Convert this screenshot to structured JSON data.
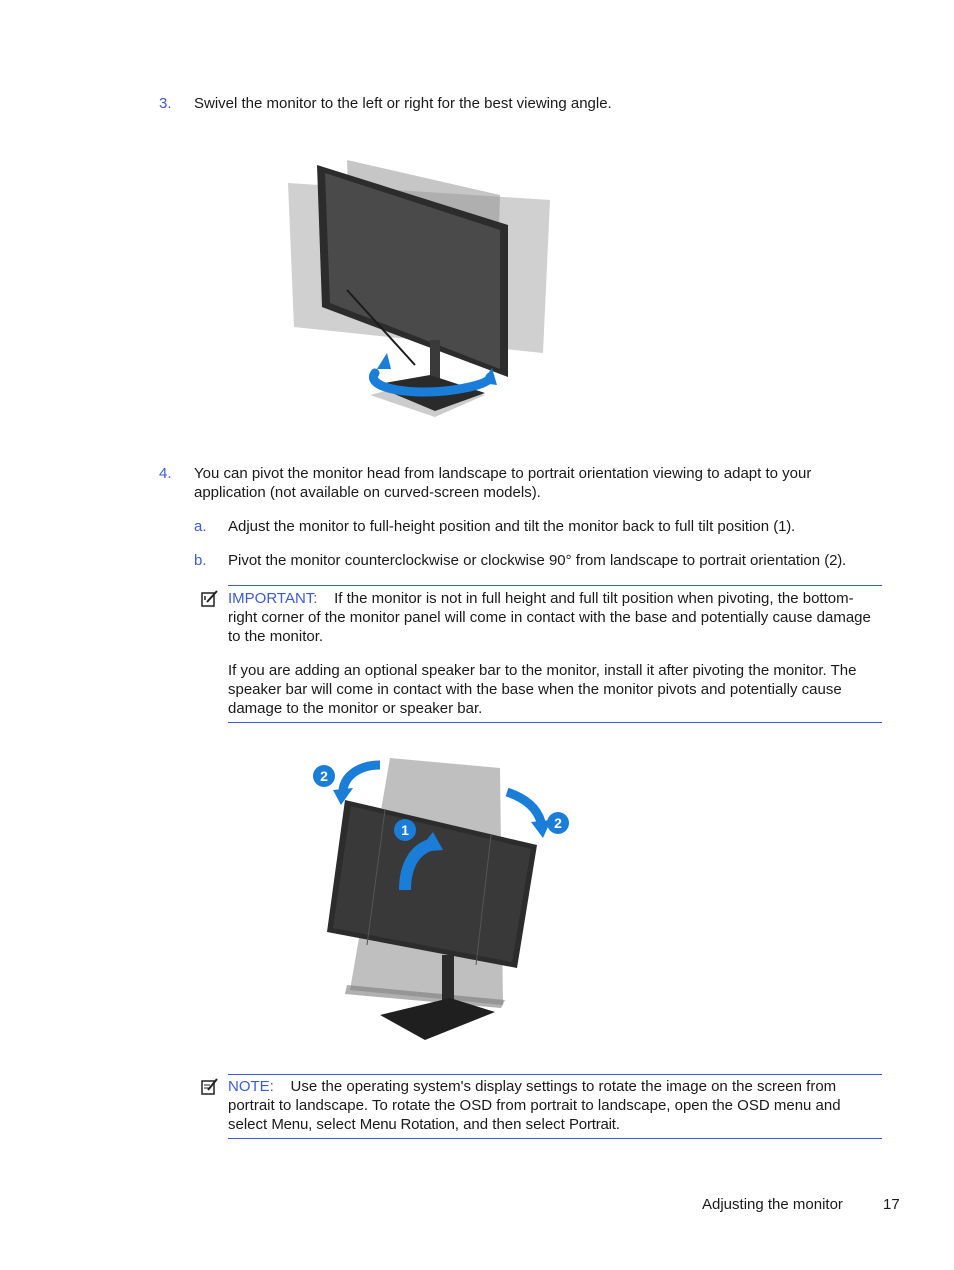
{
  "step3": {
    "num": "3.",
    "text": "Swivel the monitor to the left or right for the best viewing angle."
  },
  "step4": {
    "num": "4.",
    "text": "You can pivot the monitor head from landscape to portrait orientation viewing to adapt to your application (not available on curved-screen models)."
  },
  "substeps": [
    {
      "letter": "a.",
      "text": "Adjust the monitor to full-height position and tilt the monitor back to full tilt position ",
      "ref": "(1)",
      "end": "."
    },
    {
      "letter": "b.",
      "text": "Pivot the monitor counterclockwise or clockwise 90° from landscape to portrait orientation ",
      "ref": "(2)",
      "end": "."
    }
  ],
  "important": {
    "label": "IMPORTANT:",
    "text": "If the monitor is not in full height and full tilt position when pivoting, the bottom-right corner of the monitor panel will come in contact with the base and potentially cause damage to the monitor.",
    "text2": "If you are adding an optional speaker bar to the monitor, install it after pivoting the monitor. The speaker bar will come in contact with the base when the monitor pivots and potentially cause damage to the monitor or speaker bar."
  },
  "note": {
    "label": "NOTE:",
    "text_before": "Use the operating system's display settings to rotate the image on the screen from portrait to landscape. To rotate the OSD from portrait to landscape, open the OSD menu and select ",
    "menu": "Menu",
    "sep1": ", select ",
    "menu_rotation": "Menu Rotation",
    "sep2": ", and then select ",
    "portrait": "Portrait",
    "end": "."
  },
  "figure2_callouts": [
    "2",
    "1",
    "2"
  ],
  "footer": {
    "section": "Adjusting the monitor",
    "page": "17"
  },
  "colors": {
    "accent": "#3d5bd6",
    "arrow": "#1a7ed8"
  }
}
